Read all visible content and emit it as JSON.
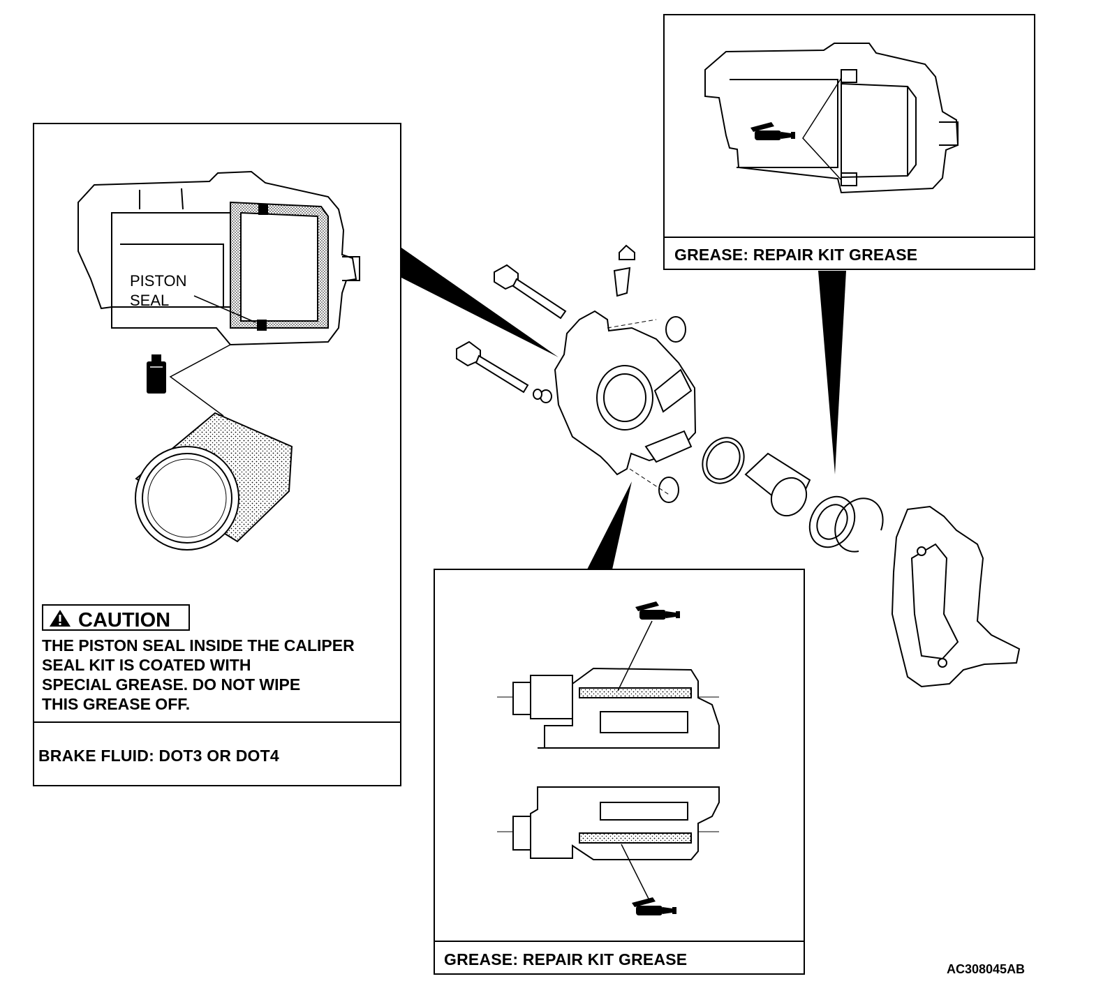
{
  "panels": {
    "piston_panel": {
      "part_label_line1": "PISTON",
      "part_label_line2": "SEAL",
      "caution_title": "CAUTION",
      "caution_lines": [
        "THE PISTON SEAL INSIDE THE CALIPER",
        "SEAL KIT IS COATED WITH",
        "SPECIAL GREASE. DO NOT WIPE",
        "THIS GREASE OFF."
      ],
      "fluid_note": "BRAKE FLUID: DOT3 OR DOT4"
    },
    "top_right_panel": {
      "grease_note": "GREASE: REPAIR KIT GREASE"
    },
    "bottom_panel": {
      "grease_note": "GREASE: REPAIR KIT GREASE"
    }
  },
  "figure_code": "AC308045AB",
  "icons": {
    "warning": "warning-triangle-icon",
    "brake_fluid": "brake-fluid-bottle-icon",
    "grease": "grease-tube-icon"
  }
}
